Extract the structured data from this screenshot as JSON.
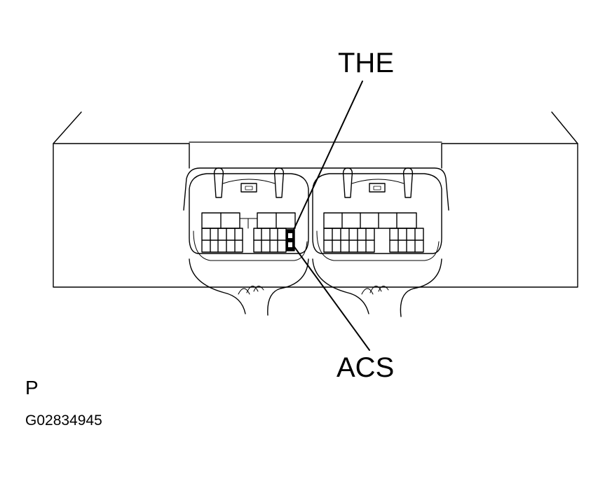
{
  "labels": {
    "terminal_top": "THE",
    "terminal_bottom": "ACS",
    "view_letter": "P",
    "figure_code": "G02834945"
  },
  "colors": {
    "line": "#000000",
    "background": "#ffffff"
  }
}
